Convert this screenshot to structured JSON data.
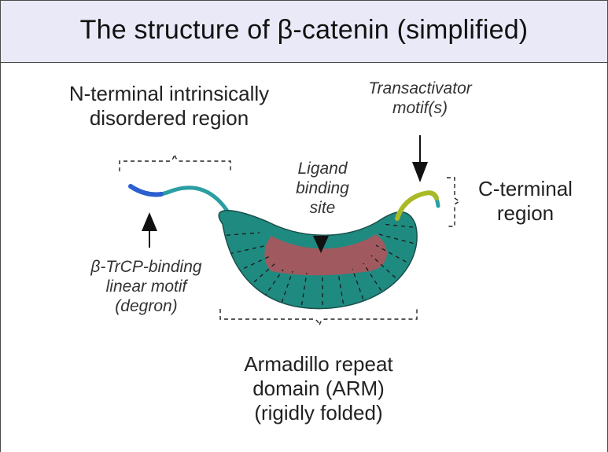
{
  "title": "The structure of β-catenin (simplified)",
  "labels": {
    "n_terminal": [
      "N-terminal intrinsically",
      "disordered region"
    ],
    "transactivator": [
      "Transactivator",
      "motif(s)"
    ],
    "ligand": [
      "Ligand",
      "binding",
      "site"
    ],
    "c_terminal": [
      "C-terminal",
      "region"
    ],
    "degron": [
      "β-TrCP-binding",
      "linear motif",
      "(degron)"
    ],
    "arm": [
      "Armadillo repeat",
      "domain (ARM)",
      "(rigidly folded)"
    ]
  },
  "colors": {
    "title_bg": "#e9e9f7",
    "arm_domain": "#1f8a80",
    "ligand_site": "#a05a5f",
    "n_tail": "#2a9ea2",
    "degron": "#2c5fcf",
    "c_tail": "#a9ba26"
  }
}
